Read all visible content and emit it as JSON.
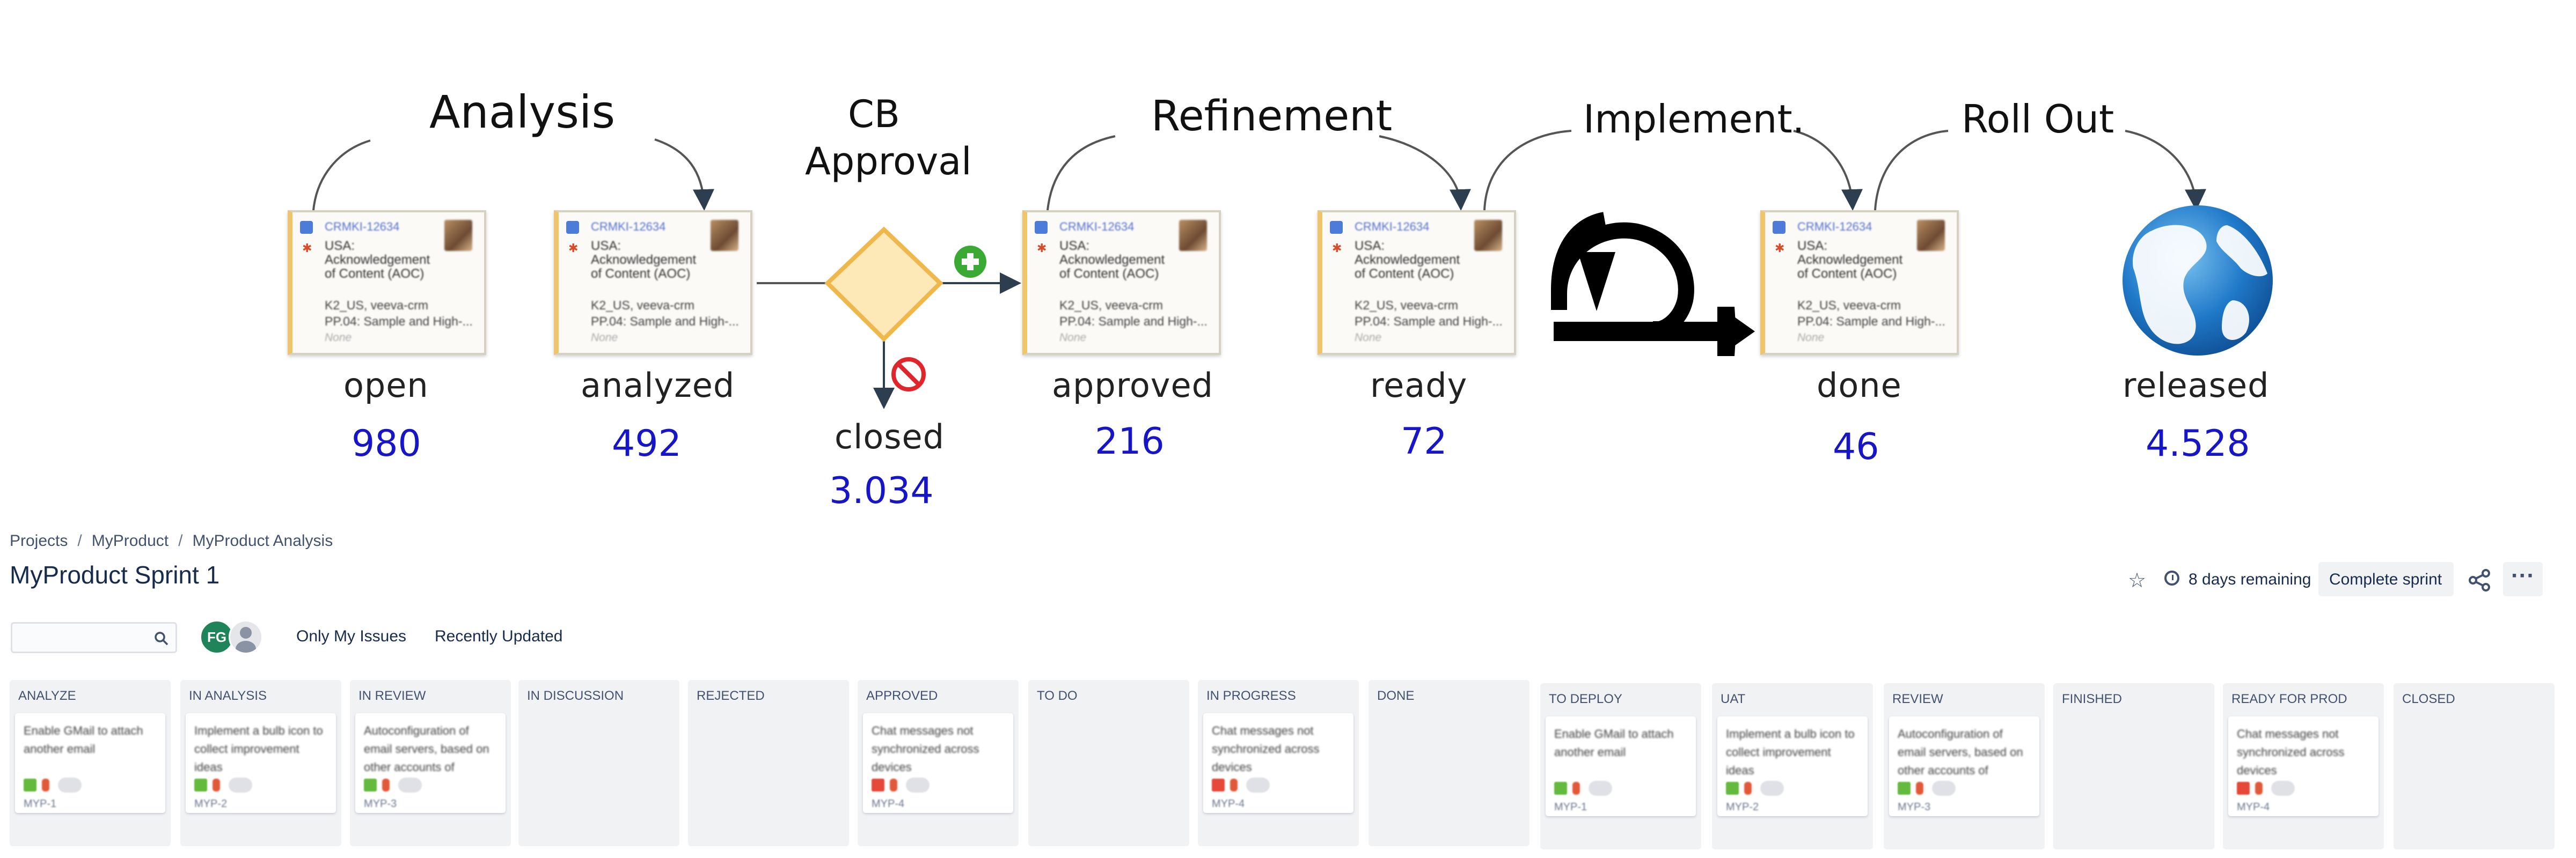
{
  "diagram": {
    "phases": {
      "analysis": "Analysis",
      "cb_approval_line1": "CB",
      "cb_approval_line2": "Approval",
      "refinement": "Refinement",
      "implement": "Implement.",
      "roll_out": "Roll Out"
    },
    "states": [
      {
        "label": "open",
        "count": "980"
      },
      {
        "label": "analyzed",
        "count": "492"
      },
      {
        "label": "closed",
        "count": "3.034"
      },
      {
        "label": "approved",
        "count": "216"
      },
      {
        "label": "ready",
        "count": "72"
      },
      {
        "label": "done",
        "count": "46"
      },
      {
        "label": "released",
        "count": "4.528"
      }
    ],
    "card": {
      "key": "CRMKI-12634",
      "title": "USA: Acknowledgement of Content (AOC)",
      "meta_line1": "K2_US, veeva-crm",
      "meta_line2": "PP.04: Sample and High-...",
      "none": "None"
    },
    "colors": {
      "count": "#1616c8",
      "decision_fill": "#fde8b8",
      "decision_stroke": "#f0b84b",
      "arrow": "#2c3e50",
      "approve_icon": "#3aaa35",
      "reject_icon": "#e0262b"
    },
    "icons": [
      "plus-circle-icon",
      "no-entry-icon",
      "cycle-arrow-icon",
      "globe-icon"
    ]
  },
  "board": {
    "breadcrumb": [
      "Projects",
      "MyProduct",
      "MyProduct Analysis"
    ],
    "title": "MyProduct Sprint 1",
    "search_placeholder": "",
    "avatar_initials": "FG",
    "filters": [
      "Only My Issues",
      "Recently Updated"
    ],
    "days_remaining": "8 days remaining",
    "complete_sprint": "Complete sprint",
    "columns": [
      {
        "name": "ANALYZE",
        "card": {
          "title": "Enable GMail to attach another email",
          "key": "MYP-1",
          "type": "story"
        }
      },
      {
        "name": "IN ANALYSIS",
        "card": {
          "title": "Implement a bulb icon to collect improvement ideas",
          "key": "MYP-2",
          "type": "story"
        }
      },
      {
        "name": "IN REVIEW",
        "card": {
          "title": "Autoconfiguration of email servers, based on other accounts of",
          "key": "MYP-3",
          "type": "story"
        }
      },
      {
        "name": "IN DISCUSSION",
        "card": null
      },
      {
        "name": "REJECTED",
        "card": null
      },
      {
        "name": "APPROVED",
        "card": {
          "title": "Chat messages not synchronized across devices",
          "key": "MYP-4",
          "type": "bug"
        }
      },
      {
        "name": "TO DO",
        "card": null
      },
      {
        "name": "IN PROGRESS",
        "card": {
          "title": "Chat messages not synchronized across devices",
          "key": "MYP-4",
          "type": "bug"
        }
      },
      {
        "name": "DONE",
        "card": null
      },
      {
        "name": "TO DEPLOY",
        "card": {
          "title": "Enable GMail to attach another email",
          "key": "MYP-1",
          "type": "story"
        }
      },
      {
        "name": "UAT",
        "card": {
          "title": "Implement a bulb icon to collect improvement ideas",
          "key": "MYP-2",
          "type": "story"
        }
      },
      {
        "name": "REVIEW",
        "card": {
          "title": "Autoconfiguration of email servers, based on other accounts of",
          "key": "MYP-3",
          "type": "story"
        }
      },
      {
        "name": "FINISHED",
        "card": null
      },
      {
        "name": "READY FOR PROD",
        "card": {
          "title": "Chat messages not synchronized across devices",
          "key": "MYP-4",
          "type": "bug"
        }
      },
      {
        "name": "CLOSED",
        "card": null
      }
    ]
  }
}
